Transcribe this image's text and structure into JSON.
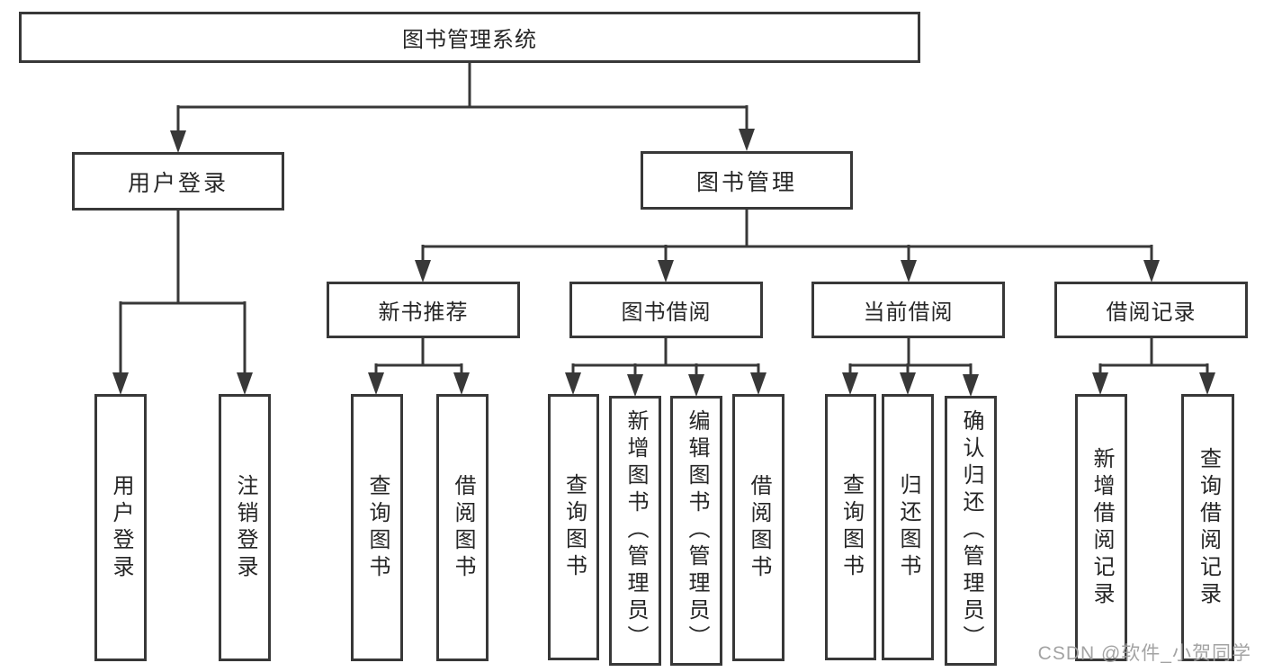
{
  "diagram": {
    "root": "图书管理系统",
    "level2": {
      "user_login": "用户登录",
      "book_mgmt": "图书管理"
    },
    "level3": {
      "new_books": "新书推荐",
      "book_borrow": "图书借阅",
      "current_borrow": "当前借阅",
      "borrow_records": "借阅记录"
    },
    "leaves": {
      "user_login": "用户登录",
      "logout": "注销登录",
      "nb_search": "查询图书",
      "nb_borrow": "借阅图书",
      "bb_search": "查询图书",
      "bb_add": "新增图书（管理员）",
      "bb_edit": "编辑图书（管理员）",
      "bb_borrow": "借阅图书",
      "cb_search": "查询图书",
      "cb_return": "归还图书",
      "cb_confirm": "确认归还（管理员）",
      "br_add": "新增借阅记录",
      "br_search": "查询借阅记录"
    }
  },
  "watermark": "CSDN @软件_小贺同学",
  "colors": {
    "line": "#383838",
    "text": "#262626",
    "watermark": "#9e9e9e",
    "background": "#ffffff"
  }
}
